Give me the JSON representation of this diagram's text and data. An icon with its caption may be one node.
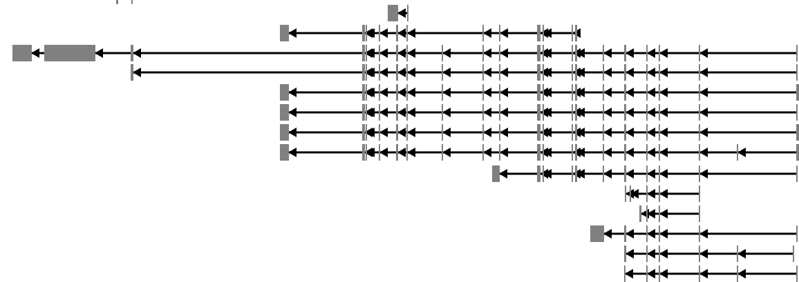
{
  "diagram": {
    "nodes": [
      {
        "text": [],
        "shape": "bar"
      },
      {
        "text": [],
        "shape": "bar"
      },
      {
        "text": [],
        "shape": "bar"
      },
      {
        "text": [],
        "shape": "bar"
      },
      {
        "text": [],
        "shape": "bar"
      },
      {
        "text": [],
        "shape": "bar"
      },
      {
        "text": [],
        "shape": "bar"
      },
      {
        "text": [],
        "shape": "bar"
      },
      {
        "text": [],
        "shape": "bar"
      },
      {
        "text": [],
        "shape": "bar"
      },
      {
        "text": [],
        "shape": "bar"
      },
      {
        "text": [],
        "shape": "bar"
      },
      {
        "text": [],
        "shape": "bar"
      },
      {
        "text": [],
        "shape": "bar"
      },
      {
        "text": [],
        "shape": "bar"
      },
      {
        "text": [],
        "shape": "bar"
      },
      {
        "text": [],
        "shape": "bar"
      },
      {
        "text": [],
        "shape": "bar"
      },
      {
        "text": [],
        "shape": "bar"
      },
      {
        "text": [],
        "shape": "bar"
      },
      {
        "text": [],
        "shape": "bar"
      },
      {
        "text": [],
        "shape": "bar"
      },
      {
        "text": [],
        "shape": "bar"
      },
      {
        "text": [],
        "shape": "bar"
      },
      {
        "text": [],
        "shape": "bar"
      },
      {
        "text": [],
        "shape": "bar"
      },
      {
        "text": [],
        "shape": "bar"
      },
      {
        "text": [],
        "shape": "bar"
      },
      {
        "text": [],
        "shape": "bar"
      },
      {
        "text": [],
        "shape": "bar"
      },
      {
        "text": [],
        "shape": "bar"
      },
      {
        "text": [],
        "shape": "bar"
      },
      {
        "text": [],
        "shape": "bar"
      },
      {
        "text": [],
        "shape": "bar"
      },
      {
        "text": [],
        "shape": "bar"
      },
      {
        "text": [],
        "shape": "bar"
      },
      {
        "text": [],
        "shape": "bar"
      },
      {
        "text": [],
        "shape": "bar"
      },
      {
        "text": [],
        "shape": "bar"
      },
      {
        "text": [],
        "shape": "bar"
      },
      {
        "text": [],
        "shape": "bar"
      },
      {
        "text": [],
        "shape": "bar"
      },
      {
        "text": [],
        "shape": "bar"
      },
      {
        "text": [],
        "shape": "bar"
      },
      {
        "text": [],
        "shape": "bar"
      },
      {
        "text": [],
        "shape": "bar"
      },
      {
        "text": [],
        "shape": "bar"
      },
      {
        "text": [],
        "shape": "bar"
      },
      {
        "text": [],
        "shape": "bar"
      },
      {
        "text": [],
        "shape": "bar"
      },
      {
        "text": [],
        "shape": "bar"
      },
      {
        "text": [],
        "shape": "bar"
      },
      {
        "text": [],
        "shape": "bar"
      },
      {
        "text": [],
        "shape": "bar"
      },
      {
        "text": [],
        "shape": "bar"
      },
      {
        "text": [],
        "shape": "bar"
      },
      {
        "text": [],
        "shape": "bar"
      },
      {
        "text": [],
        "shape": "bar"
      },
      {
        "text": [],
        "shape": "bar"
      },
      {
        "text": [],
        "shape": "bar"
      },
      {
        "text": [],
        "shape": "bar"
      },
      {
        "text": [],
        "shape": "bar"
      },
      {
        "text": [],
        "shape": "bar"
      },
      {
        "text": [],
        "shape": "bar"
      },
      {
        "text": [],
        "shape": "bar"
      },
      {
        "text": [],
        "shape": "bar"
      },
      {
        "text": [],
        "shape": "bar"
      },
      {
        "text": [],
        "shape": "bar"
      },
      {
        "text": [],
        "shape": "bar"
      },
      {
        "text": [],
        "shape": "bar"
      },
      {
        "text": [],
        "shape": "bar"
      },
      {
        "text": [],
        "shape": "bar"
      },
      {
        "text": [],
        "shape": "bar"
      },
      {
        "text": [],
        "shape": "bar"
      },
      {
        "text": [],
        "shape": "bar"
      },
      {
        "text": [],
        "shape": "bar"
      },
      {
        "text": [],
        "shape": "bar"
      },
      {
        "text": [],
        "shape": "bar"
      },
      {
        "text": [],
        "shape": "bar"
      },
      {
        "text": [],
        "shape": "bar"
      },
      {
        "text": [],
        "shape": "bar"
      },
      {
        "text": [],
        "shape": "bar"
      },
      {
        "text": [],
        "shape": "bar"
      },
      {
        "text": [],
        "shape": "bar"
      },
      {
        "text": [],
        "shape": "bar"
      },
      {
        "text": [],
        "shape": "bar"
      },
      {
        "text": [],
        "shape": "bar"
      },
      {
        "text": [],
        "shape": "bar"
      },
      {
        "text": [],
        "shape": "bar"
      },
      {
        "text": [],
        "shape": "bar"
      },
      {
        "text": [],
        "shape": "bar"
      },
      {
        "text": [],
        "shape": "bar"
      },
      {
        "text": [],
        "shape": "bar"
      },
      {
        "text": [],
        "shape": "bar"
      },
      {
        "text": [],
        "shape": "bar"
      },
      {
        "text": [],
        "shape": "bar"
      },
      {
        "text": [],
        "shape": "bar"
      },
      {
        "text": [],
        "shape": "bar"
      },
      {
        "text": [],
        "shape": "bar"
      },
      {
        "text": [],
        "shape": "bar"
      },
      {
        "text": [],
        "shape": "bar"
      },
      {
        "text": [],
        "shape": "bar"
      },
      {
        "text": [],
        "shape": "bar"
      },
      {
        "text": [],
        "shape": "bar"
      },
      {
        "text": [],
        "shape": "bar"
      },
      {
        "text": [],
        "shape": "bar"
      },
      {
        "text": [],
        "shape": "bar"
      },
      {
        "text": [],
        "shape": "bar"
      },
      {
        "text": [],
        "shape": "bar"
      },
      {
        "text": [],
        "shape": "bar"
      },
      {
        "text": [],
        "shape": "bar"
      },
      {
        "text": [],
        "shape": "bar"
      },
      {
        "text": [],
        "shape": "bar"
      },
      {
        "text": [],
        "shape": "bar"
      },
      {
        "text": [],
        "shape": "bar"
      },
      {
        "text": [],
        "shape": "bar"
      },
      {
        "text": [],
        "shape": "bar"
      },
      {
        "text": [],
        "shape": "bar"
      },
      {
        "text": [],
        "shape": "bar"
      },
      {
        "text": [],
        "shape": "bar"
      },
      {
        "text": [],
        "shape": "bar"
      },
      {
        "text": [],
        "shape": "bar"
      },
      {
        "text": [],
        "shape": "bar"
      },
      {
        "text": [],
        "shape": "bar"
      },
      {
        "text": [],
        "shape": "bar"
      },
      {
        "text": [],
        "shape": "bar"
      },
      {
        "text": [],
        "shape": "bar"
      },
      {
        "text": [],
        "shape": "bar"
      },
      {
        "text": [],
        "shape": "bar"
      },
      {
        "text": [],
        "shape": "bar"
      },
      {
        "text": [],
        "shape": "bar"
      },
      {
        "text": [],
        "shape": "bar"
      },
      {
        "text": [],
        "shape": "bar"
      },
      {
        "text": [],
        "shape": "bar"
      },
      {
        "text": [],
        "shape": "bar"
      },
      {
        "text": [],
        "shape": "bar"
      },
      {
        "text": [],
        "shape": "bar"
      },
      {
        "text": [],
        "shape": "bar"
      },
      {
        "text": [],
        "shape": "bar"
      },
      {
        "text": [],
        "shape": "bar"
      },
      {
        "text": [],
        "shape": "bar"
      },
      {
        "text": [],
        "shape": "bar"
      },
      {
        "text": [],
        "shape": "bar"
      },
      {
        "text": [],
        "shape": "bar"
      },
      {
        "text": [],
        "shape": "bar"
      },
      {
        "text": [],
        "shape": "bar"
      },
      {
        "text": [],
        "shape": "bar"
      },
      {
        "text": [],
        "shape": "bar"
      },
      {
        "text": [],
        "shape": "bar"
      },
      {
        "text": [],
        "shape": "bar"
      },
      {
        "text": [],
        "shape": "bar"
      },
      {
        "text": [],
        "shape": "bar"
      },
      {
        "text": [],
        "shape": "bar"
      },
      {
        "text": [],
        "shape": "bar"
      },
      {
        "text": [],
        "shape": "bar"
      },
      {
        "text": [],
        "shape": "bar"
      },
      {
        "text": [],
        "shape": "bar"
      },
      {
        "text": [],
        "shape": "bar"
      },
      {
        "text": [],
        "shape": "bar"
      },
      {
        "text": [],
        "shape": "bar"
      },
      {
        "text": [],
        "shape": "bar"
      },
      {
        "text": [],
        "shape": "bar"
      },
      {
        "text": [],
        "shape": "bar"
      },
      {
        "text": [],
        "shape": "bar"
      },
      {
        "text": [],
        "shape": "bar"
      },
      {
        "text": [],
        "shape": "bar"
      },
      {
        "text": [],
        "shape": "bar"
      },
      {
        "text": [],
        "shape": "bar"
      },
      {
        "text": [],
        "shape": "bar"
      },
      {
        "text": [],
        "shape": "bar"
      },
      {
        "text": [],
        "shape": "bar"
      }
    ],
    "edges": [
      {
        "from": 3,
        "to": 2,
        "arrow": "to"
      },
      {
        "from": 5,
        "to": 4,
        "arrow": "to"
      },
      {
        "from": 6,
        "to": 5,
        "arrow": "to"
      },
      {
        "from": 7,
        "to": 6,
        "arrow": "to"
      },
      {
        "from": 8,
        "to": 7,
        "arrow": "to"
      },
      {
        "from": 9,
        "to": 8,
        "arrow": "to"
      },
      {
        "from": 10,
        "to": 9,
        "arrow": "to"
      },
      {
        "from": 11,
        "to": 10,
        "arrow": "to"
      },
      {
        "from": 12,
        "to": 11,
        "arrow": "to"
      },
      {
        "from": 13,
        "to": 12,
        "arrow": "to"
      },
      {
        "from": 14,
        "to": 13,
        "arrow": "to"
      },
      {
        "from": 15,
        "to": 14,
        "arrow": "to"
      },
      {
        "from": 17,
        "to": 16,
        "arrow": "to"
      },
      {
        "from": 18,
        "to": 17,
        "arrow": "to"
      },
      {
        "from": 19,
        "to": 18,
        "arrow": "to"
      },
      {
        "from": 20,
        "to": 19,
        "arrow": "to"
      },
      {
        "from": 21,
        "to": 20,
        "arrow": "to"
      },
      {
        "from": 22,
        "to": 21,
        "arrow": "to"
      },
      {
        "from": 23,
        "to": 22,
        "arrow": "to"
      },
      {
        "from": 24,
        "to": 23,
        "arrow": "to"
      },
      {
        "from": 25,
        "to": 24,
        "arrow": "to"
      },
      {
        "from": 26,
        "to": 25,
        "arrow": "to"
      },
      {
        "from": 27,
        "to": 26,
        "arrow": "to"
      },
      {
        "from": 28,
        "to": 27,
        "arrow": "to"
      },
      {
        "from": 29,
        "to": 28,
        "arrow": "to"
      },
      {
        "from": 30,
        "to": 29,
        "arrow": "to"
      },
      {
        "from": 31,
        "to": 30,
        "arrow": "to"
      },
      {
        "from": 32,
        "to": 31,
        "arrow": "to"
      },
      {
        "from": 33,
        "to": 32,
        "arrow": "to"
      },
      {
        "from": 34,
        "to": 33,
        "arrow": "to"
      },
      {
        "from": 35,
        "to": 34,
        "arrow": "to"
      },
      {
        "from": 36,
        "to": 35,
        "arrow": "to"
      },
      {
        "from": 38,
        "to": 37,
        "arrow": "to"
      },
      {
        "from": 39,
        "to": 38,
        "arrow": "to"
      },
      {
        "from": 40,
        "to": 39,
        "arrow": "to"
      },
      {
        "from": 41,
        "to": 40,
        "arrow": "to"
      },
      {
        "from": 42,
        "to": 41,
        "arrow": "to"
      },
      {
        "from": 43,
        "to": 42,
        "arrow": "to"
      },
      {
        "from": 44,
        "to": 43,
        "arrow": "to"
      },
      {
        "from": 45,
        "to": 44,
        "arrow": "to"
      },
      {
        "from": 46,
        "to": 45,
        "arrow": "to"
      },
      {
        "from": 47,
        "to": 46,
        "arrow": "to"
      },
      {
        "from": 48,
        "to": 47,
        "arrow": "to"
      },
      {
        "from": 49,
        "to": 48,
        "arrow": "to"
      },
      {
        "from": 50,
        "to": 49,
        "arrow": "to"
      },
      {
        "from": 51,
        "to": 50,
        "arrow": "to"
      },
      {
        "from": 52,
        "to": 51,
        "arrow": "to"
      },
      {
        "from": 53,
        "to": 52,
        "arrow": "to"
      },
      {
        "from": 54,
        "to": 53,
        "arrow": "to"
      },
      {
        "from": 55,
        "to": 54,
        "arrow": "to"
      },
      {
        "from": 57,
        "to": 56,
        "arrow": "to"
      },
      {
        "from": 58,
        "to": 57,
        "arrow": "to"
      },
      {
        "from": 59,
        "to": 58,
        "arrow": "to"
      },
      {
        "from": 60,
        "to": 59,
        "arrow": "to"
      },
      {
        "from": 61,
        "to": 60,
        "arrow": "to"
      },
      {
        "from": 62,
        "to": 61,
        "arrow": "to"
      },
      {
        "from": 63,
        "to": 62,
        "arrow": "to"
      },
      {
        "from": 64,
        "to": 63,
        "arrow": "to"
      },
      {
        "from": 65,
        "to": 64,
        "arrow": "to"
      },
      {
        "from": 66,
        "to": 65,
        "arrow": "to"
      },
      {
        "from": 67,
        "to": 66,
        "arrow": "to"
      },
      {
        "from": 68,
        "to": 67,
        "arrow": "to"
      },
      {
        "from": 69,
        "to": 68,
        "arrow": "to"
      },
      {
        "from": 70,
        "to": 69,
        "arrow": "to"
      },
      {
        "from": 71,
        "to": 70,
        "arrow": "to"
      },
      {
        "from": 72,
        "to": 71,
        "arrow": "to"
      },
      {
        "from": 73,
        "to": 72,
        "arrow": "to"
      },
      {
        "from": 74,
        "to": 73,
        "arrow": "to"
      },
      {
        "from": 76,
        "to": 75,
        "arrow": "to"
      },
      {
        "from": 77,
        "to": 76,
        "arrow": "to"
      },
      {
        "from": 78,
        "to": 77,
        "arrow": "to"
      },
      {
        "from": 79,
        "to": 78,
        "arrow": "to"
      },
      {
        "from": 80,
        "to": 79,
        "arrow": "to"
      },
      {
        "from": 81,
        "to": 80,
        "arrow": "to"
      },
      {
        "from": 82,
        "to": 81,
        "arrow": "to"
      },
      {
        "from": 83,
        "to": 82,
        "arrow": "to"
      },
      {
        "from": 84,
        "to": 83,
        "arrow": "to"
      },
      {
        "from": 85,
        "to": 84,
        "arrow": "to"
      },
      {
        "from": 86,
        "to": 85,
        "arrow": "to"
      },
      {
        "from": 87,
        "to": 86,
        "arrow": "to"
      },
      {
        "from": 88,
        "to": 87,
        "arrow": "to"
      },
      {
        "from": 89,
        "to": 88,
        "arrow": "to"
      },
      {
        "from": 90,
        "to": 89,
        "arrow": "to"
      },
      {
        "from": 91,
        "to": 90,
        "arrow": "to"
      },
      {
        "from": 92,
        "to": 91,
        "arrow": "to"
      },
      {
        "from": 93,
        "to": 92,
        "arrow": "to"
      },
      {
        "from": 95,
        "to": 94,
        "arrow": "to"
      },
      {
        "from": 96,
        "to": 95,
        "arrow": "to"
      },
      {
        "from": 97,
        "to": 96,
        "arrow": "to"
      },
      {
        "from": 98,
        "to": 97,
        "arrow": "to"
      },
      {
        "from": 99,
        "to": 98,
        "arrow": "to"
      },
      {
        "from": 100,
        "to": 99,
        "arrow": "to"
      },
      {
        "from": 101,
        "to": 100,
        "arrow": "to"
      },
      {
        "from": 102,
        "to": 101,
        "arrow": "to"
      },
      {
        "from": 103,
        "to": 102,
        "arrow": "to"
      },
      {
        "from": 104,
        "to": 103,
        "arrow": "to"
      },
      {
        "from": 105,
        "to": 104,
        "arrow": "to"
      },
      {
        "from": 106,
        "to": 105,
        "arrow": "to"
      },
      {
        "from": 107,
        "to": 106,
        "arrow": "to"
      },
      {
        "from": 108,
        "to": 107,
        "arrow": "to"
      },
      {
        "from": 109,
        "to": 108,
        "arrow": "to"
      },
      {
        "from": 110,
        "to": 109,
        "arrow": "to"
      },
      {
        "from": 111,
        "to": 110,
        "arrow": "to"
      },
      {
        "from": 112,
        "to": 111,
        "arrow": "to"
      },
      {
        "from": 114,
        "to": 113,
        "arrow": "to"
      },
      {
        "from": 115,
        "to": 114,
        "arrow": "to"
      },
      {
        "from": 116,
        "to": 115,
        "arrow": "to"
      },
      {
        "from": 117,
        "to": 116,
        "arrow": "to"
      },
      {
        "from": 118,
        "to": 117,
        "arrow": "to"
      },
      {
        "from": 119,
        "to": 118,
        "arrow": "to"
      },
      {
        "from": 120,
        "to": 119,
        "arrow": "to"
      },
      {
        "from": 121,
        "to": 120,
        "arrow": "to"
      },
      {
        "from": 122,
        "to": 121,
        "arrow": "to"
      },
      {
        "from": 123,
        "to": 122,
        "arrow": "to"
      },
      {
        "from": 124,
        "to": 123,
        "arrow": "to"
      },
      {
        "from": 125,
        "to": 124,
        "arrow": "to"
      },
      {
        "from": 126,
        "to": 125,
        "arrow": "to"
      },
      {
        "from": 127,
        "to": 126,
        "arrow": "to"
      },
      {
        "from": 128,
        "to": 127,
        "arrow": "to"
      },
      {
        "from": 129,
        "to": 128,
        "arrow": "to"
      },
      {
        "from": 130,
        "to": 129,
        "arrow": "to"
      },
      {
        "from": 131,
        "to": 130,
        "arrow": "to"
      },
      {
        "from": 132,
        "to": 131,
        "arrow": "to"
      },
      {
        "from": 134,
        "to": 133,
        "arrow": "to"
      },
      {
        "from": 135,
        "to": 134,
        "arrow": "to"
      },
      {
        "from": 136,
        "to": 135,
        "arrow": "to"
      },
      {
        "from": 137,
        "to": 136,
        "arrow": "to"
      },
      {
        "from": 138,
        "to": 137,
        "arrow": "to"
      },
      {
        "from": 139,
        "to": 138,
        "arrow": "to"
      },
      {
        "from": 140,
        "to": 139,
        "arrow": "to"
      },
      {
        "from": 141,
        "to": 140,
        "arrow": "to"
      },
      {
        "from": 142,
        "to": 141,
        "arrow": "to"
      },
      {
        "from": 143,
        "to": 142,
        "arrow": "to"
      },
      {
        "from": 145,
        "to": 144,
        "arrow": "to"
      },
      {
        "from": 146,
        "to": 145,
        "arrow": "to"
      },
      {
        "from": 147,
        "to": 146,
        "arrow": "to"
      },
      {
        "from": 148,
        "to": 147,
        "arrow": "to"
      },
      {
        "from": 150,
        "to": 149,
        "arrow": "to"
      },
      {
        "from": 151,
        "to": 150,
        "arrow": "to"
      },
      {
        "from": 152,
        "to": 151,
        "arrow": "to"
      },
      {
        "from": 154,
        "to": 153,
        "arrow": "to"
      },
      {
        "from": 155,
        "to": 154,
        "arrow": "to"
      },
      {
        "from": 156,
        "to": 155,
        "arrow": "to"
      },
      {
        "from": 157,
        "to": 156,
        "arrow": "to"
      },
      {
        "from": 158,
        "to": 157,
        "arrow": "to"
      },
      {
        "from": 160,
        "to": 159,
        "arrow": "to"
      },
      {
        "from": 161,
        "to": 160,
        "arrow": "to"
      },
      {
        "from": 162,
        "to": 161,
        "arrow": "to"
      },
      {
        "from": 163,
        "to": 162,
        "arrow": "to"
      },
      {
        "from": 164,
        "to": 163,
        "arrow": "to"
      },
      {
        "from": 166,
        "to": 165,
        "arrow": "to"
      },
      {
        "from": 167,
        "to": 166,
        "arrow": "to"
      },
      {
        "from": 168,
        "to": 167,
        "arrow": "to"
      },
      {
        "from": 169,
        "to": 168,
        "arrow": "to"
      },
      {
        "from": 170,
        "to": 169,
        "arrow": "to"
      }
    ]
  }
}
